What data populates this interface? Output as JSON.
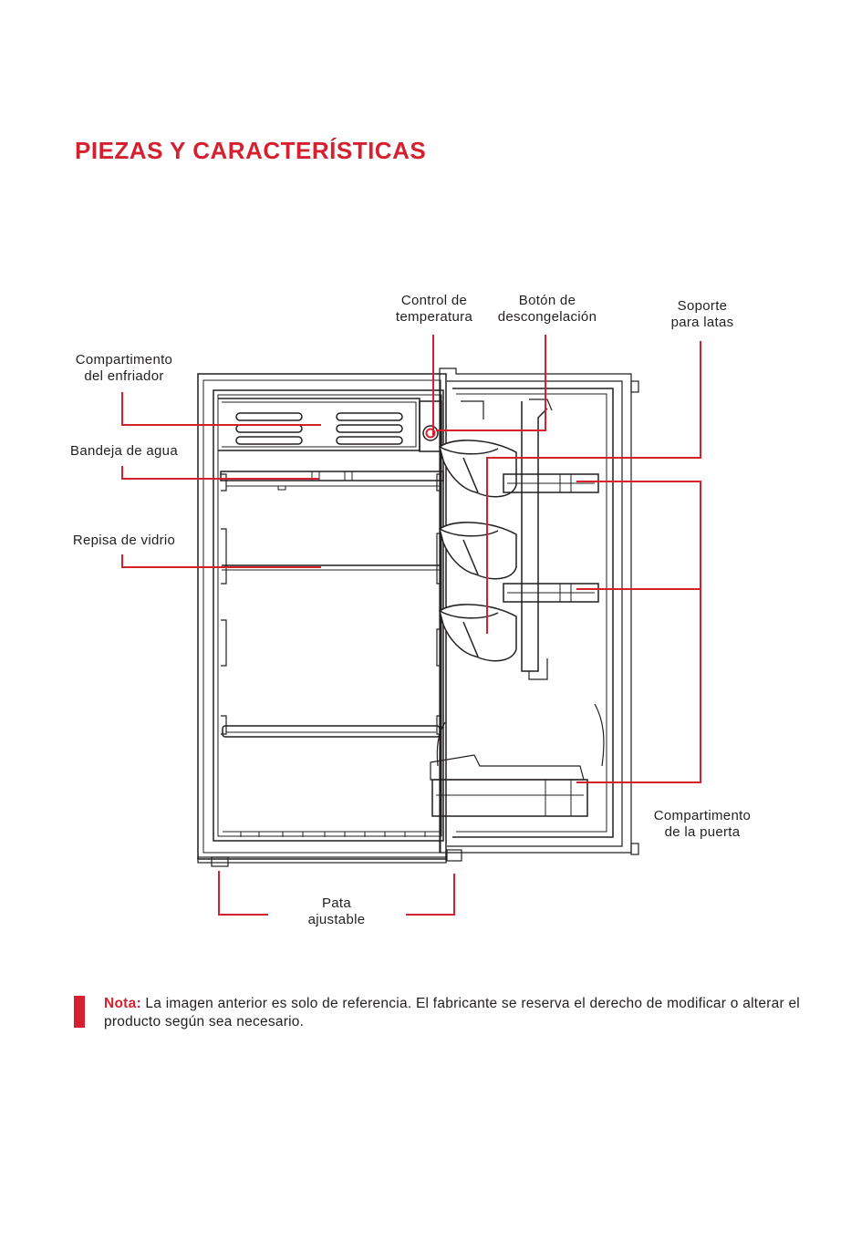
{
  "page": {
    "title": "PIEZAS Y CARACTERÍSTICAS"
  },
  "labels": {
    "temperature_control": "Control de\ntemperatura",
    "defrost_button": "Botón de\ndescongelación",
    "can_holder": "Soporte\npara latas",
    "chiller_compartment": "Compartimento\ndel enfriador",
    "water_tray": "Bandeja de agua",
    "glass_shelf": "Repisa de vidrio",
    "door_compartment": "Compartimento\nde la puerta",
    "adjustable_leg": "Pata\najustable"
  },
  "note": {
    "prefix": "Nota:",
    "text": " La imagen anterior es solo de referencia. El fabricante se reserva el derecho de modificar o alterar el producto según sea necesario."
  },
  "colors": {
    "accent": "#d4202f",
    "text": "#231f20",
    "drawing": "#231f20"
  }
}
